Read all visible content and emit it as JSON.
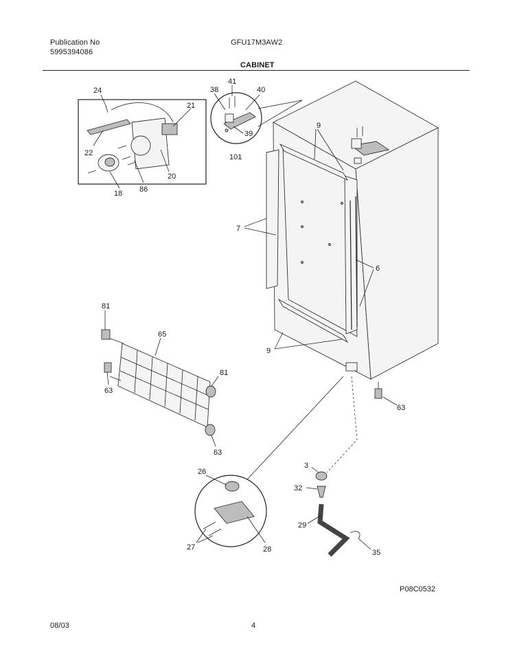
{
  "header": {
    "publication_label": "Publication No",
    "publication_number": "5995394086",
    "model": "GFU17M3AW2",
    "section_title": "CABINET"
  },
  "diagram_code": "P08C0532",
  "footer": {
    "date": "08/03",
    "page": "4"
  },
  "callouts": {
    "c24": "24",
    "c21": "21",
    "c22": "22",
    "c20": "20",
    "c18": "18",
    "c86": "86",
    "c41": "41",
    "c38": "38",
    "c40": "40",
    "c39": "39",
    "c101": "101",
    "c9a": "9",
    "c9b": "9",
    "c7": "7",
    "c6": "6",
    "c81a": "81",
    "c65": "65",
    "c81b": "81",
    "c63a": "63",
    "c63b": "63",
    "c63c": "63",
    "c3": "3",
    "c32": "32",
    "c29": "29",
    "c35": "35",
    "c26": "26",
    "c27": "27",
    "c28": "28"
  }
}
